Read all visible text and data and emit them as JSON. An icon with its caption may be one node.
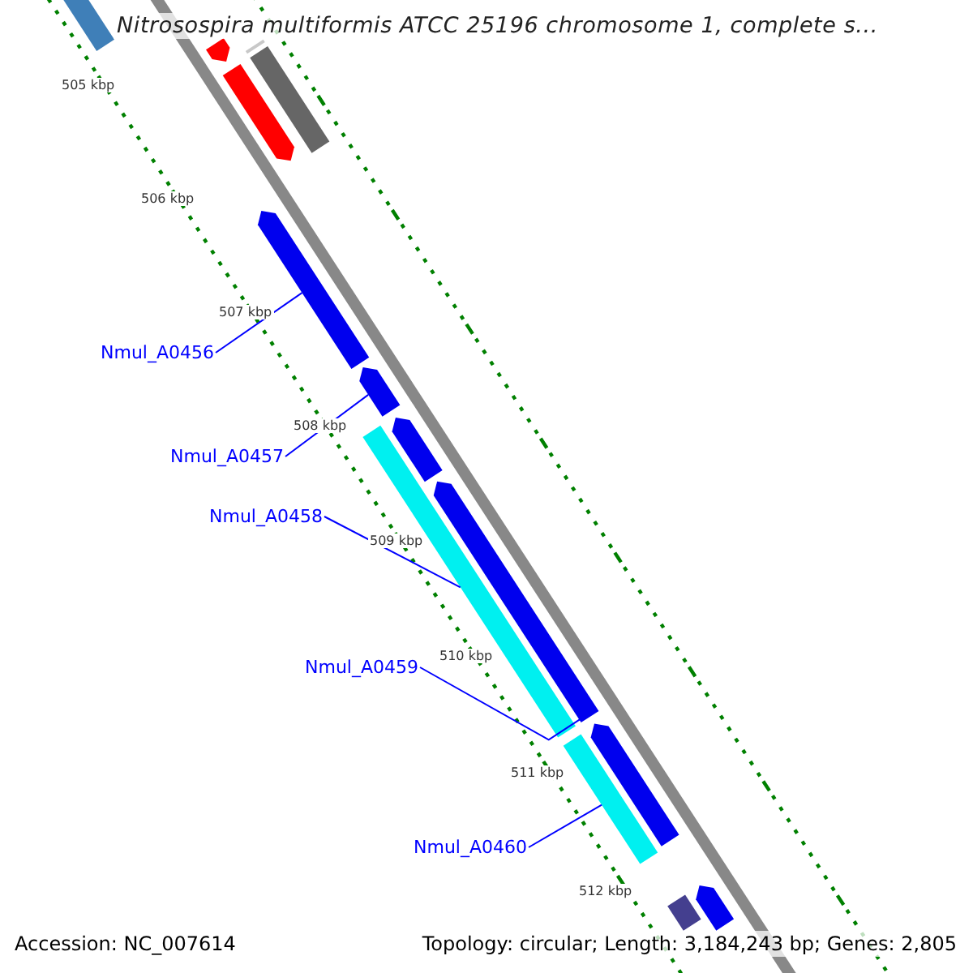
{
  "diagram": {
    "title": "Nitrosospira multiformis ATCC 25196 chromosome 1, complete s...",
    "nodes": [
      {
        "text": [],
        "shape": "bar"
      },
      {
        "text": [],
        "shape": "bar"
      },
      {
        "text": [],
        "shape": "bar"
      },
      {
        "text": [],
        "shape": "bar"
      },
      {
        "text": [],
        "shape": "bar"
      },
      {
        "text": [],
        "shape": "bar"
      },
      {
        "text": [
          "Nmul_A0456"
        ]
      },
      {
        "text": [],
        "shape": "bar"
      },
      {
        "text": [
          "Nmul_A0457"
        ]
      },
      {
        "text": [],
        "shape": "bar"
      },
      {
        "text": [],
        "shape": "bar"
      },
      {
        "text": [
          "Nmul_A0458"
        ]
      },
      {
        "text": [],
        "shape": "bar"
      },
      {
        "text": [
          "Nmul_A0459"
        ]
      },
      {
        "text": [],
        "shape": "bar"
      },
      {
        "text": [],
        "shape": "bar"
      },
      {
        "text": [
          "Nmul_A0460"
        ]
      },
      {
        "text": [],
        "shape": "bar"
      },
      {
        "text": [],
        "shape": "bar"
      }
    ],
    "edges": [
      {
        "from": 6,
        "to": 5,
        "arrow": "none"
      },
      {
        "from": 8,
        "to": 7,
        "arrow": "none"
      },
      {
        "from": 11,
        "to": 9,
        "arrow": "none"
      },
      {
        "from": 13,
        "to": 12,
        "arrow": "none"
      },
      {
        "from": 16,
        "to": 14,
        "arrow": "none"
      }
    ],
    "labels": [
      "505 kbp",
      "506 kbp",
      "507 kbp",
      "508 kbp",
      "509 kbp",
      "510 kbp",
      "511 kbp",
      "512 kbp",
      "Accession: NC_007614",
      "Topology: circular; Length: 3,184,243 bp; Genes: 2,805"
    ]
  }
}
